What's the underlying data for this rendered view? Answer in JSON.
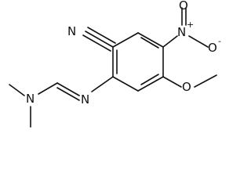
{
  "molecule": {
    "atoms": {
      "nitrile_n": "N",
      "nitro_n": "N",
      "nitro_o_top": "O",
      "nitro_o_right": "O",
      "methoxy_o": "O",
      "imine_n": "N",
      "amine_n": "N"
    },
    "charges": {
      "nitro_n": "+",
      "nitro_o_right": "-"
    }
  }
}
